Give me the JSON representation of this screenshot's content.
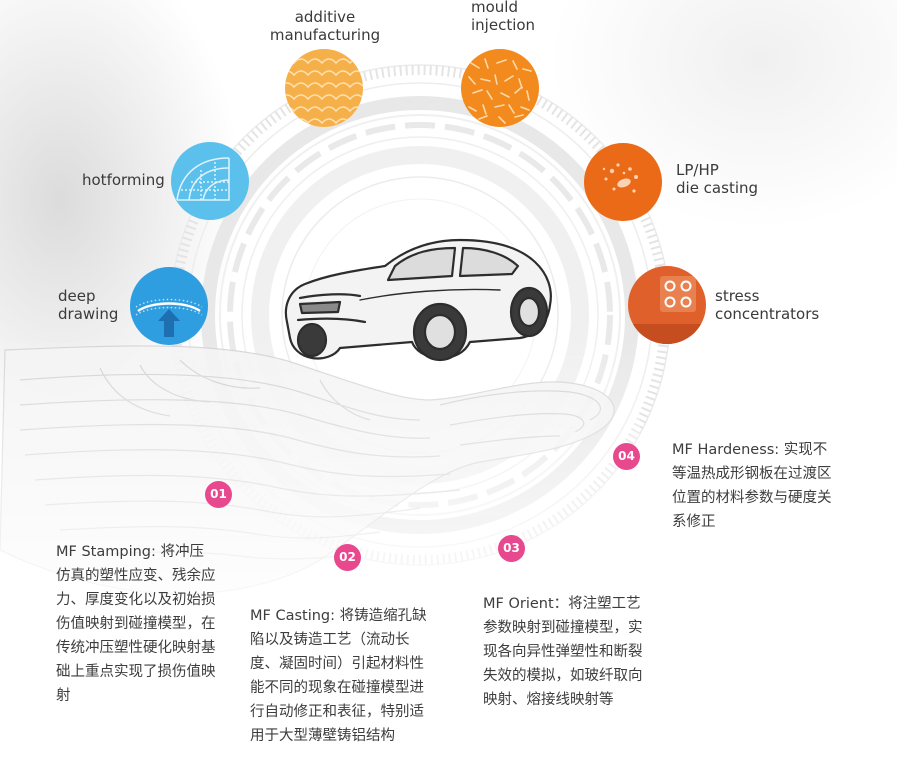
{
  "processes": {
    "additive_manufacturing": "additive\nmanufacturing",
    "mould_injection": "mould\ninjection",
    "hotforming": "hotforming",
    "die_casting": "LP/HP\ndie casting",
    "deep_drawing": "deep\ndrawing",
    "stress_concentrators": "stress\nconcentrators"
  },
  "steps": [
    {
      "number": "01",
      "text": "MF Stamping: 将冲压仿真的塑性应变、残余应力、厚度变化以及初始损伤值映射到碰撞模型，在传统冲压塑性硬化映射基础上重点实现了损伤值映射"
    },
    {
      "number": "02",
      "text": "MF Casting: 将铸造缩孔缺陷以及铸造工艺（流动长度、凝固时间）引起材料性能不同的现象在碰撞模型进行自动修正和表征，特别适用于大型薄壁铸铝结构"
    },
    {
      "number": "03",
      "text": "MF Orient：将注塑工艺参数映射到碰撞模型，实现各向异性弹塑性和断裂失效的模拟，如玻纤取向映射、熔接线映射等"
    },
    {
      "number": "04",
      "text": "MF Hardeness: 实现不等温热成形钢板在过渡区位置的材料参数与硬度关系修正"
    }
  ],
  "colors": {
    "orange_light": "#f6b04a",
    "orange": "#f28a1e",
    "orange_dark": "#ea6a17",
    "orange_red": "#e0602c",
    "blue_light": "#5cc0ec",
    "blue": "#2e9ee0",
    "badge_pink": "#e8488d"
  },
  "icons": [
    "scale-pattern-icon",
    "fiber-pattern-icon",
    "grid-dome-icon",
    "droplets-icon",
    "arrow-up-icon",
    "holes-plate-icon",
    "car-icon",
    "hand-icon"
  ]
}
